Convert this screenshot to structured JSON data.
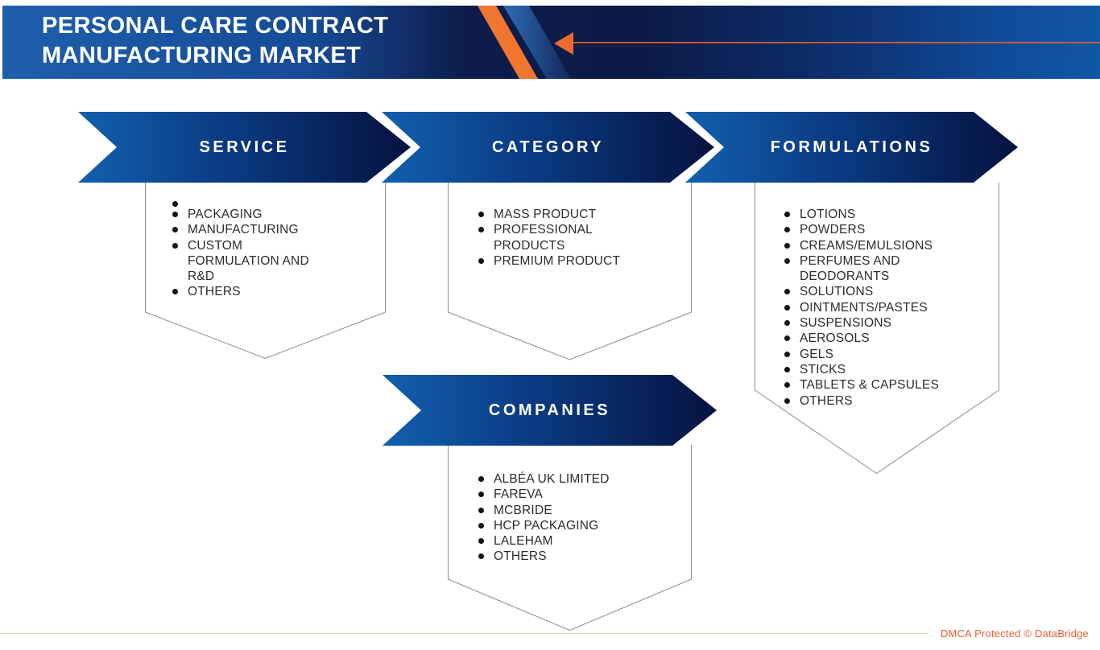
{
  "banner": {
    "title_line1": "PERSONAL CARE CONTRACT",
    "title_line2": "MANUFACTURING MARKET"
  },
  "sections": {
    "service": {
      "label": "SERVICE",
      "items": [
        "",
        "PACKAGING",
        "MANUFACTURING",
        "CUSTOM FORMULATION AND R&D",
        "OTHERS"
      ]
    },
    "category": {
      "label": "CATEGORY",
      "items": [
        "MASS PRODUCT",
        "PROFESSIONAL PRODUCTS",
        "PREMIUM PRODUCT"
      ]
    },
    "formulations": {
      "label": "FORMULATIONS",
      "items": [
        "LOTIONS",
        "POWDERS",
        "CREAMS/EMULSIONS",
        "PERFUMES AND DEODORANTS",
        "SOLUTIONS",
        "OINTMENTS/PASTES",
        "SUSPENSIONS",
        "AEROSOLS",
        "GELS",
        "STICKS",
        "TABLETS & CAPSULES",
        "OTHERS"
      ]
    },
    "companies": {
      "label": "COMPANIES",
      "items": [
        "ALBÉA UK LIMITED",
        "FAREVA",
        "MCBRIDE",
        "HCP PACKAGING",
        "LALEHAM",
        "OTHERS"
      ]
    }
  },
  "footer": {
    "dmca": "DMCA Protected © DataBridge"
  },
  "colors": {
    "accent_orange": "#f2762e",
    "arrow_line_orange": "#d95e31",
    "navy_dark": "#0b1a46",
    "blue_mid": "#1e5fad",
    "ribbon_gradient_start": "#1160ae",
    "ribbon_gradient_end": "#05123e",
    "box_border_gray": "#8c8c8c",
    "list_text": "#2d2d2d",
    "footer_line_salmon": "#f2c7b3",
    "footer_text_orange": "#e65c35"
  }
}
